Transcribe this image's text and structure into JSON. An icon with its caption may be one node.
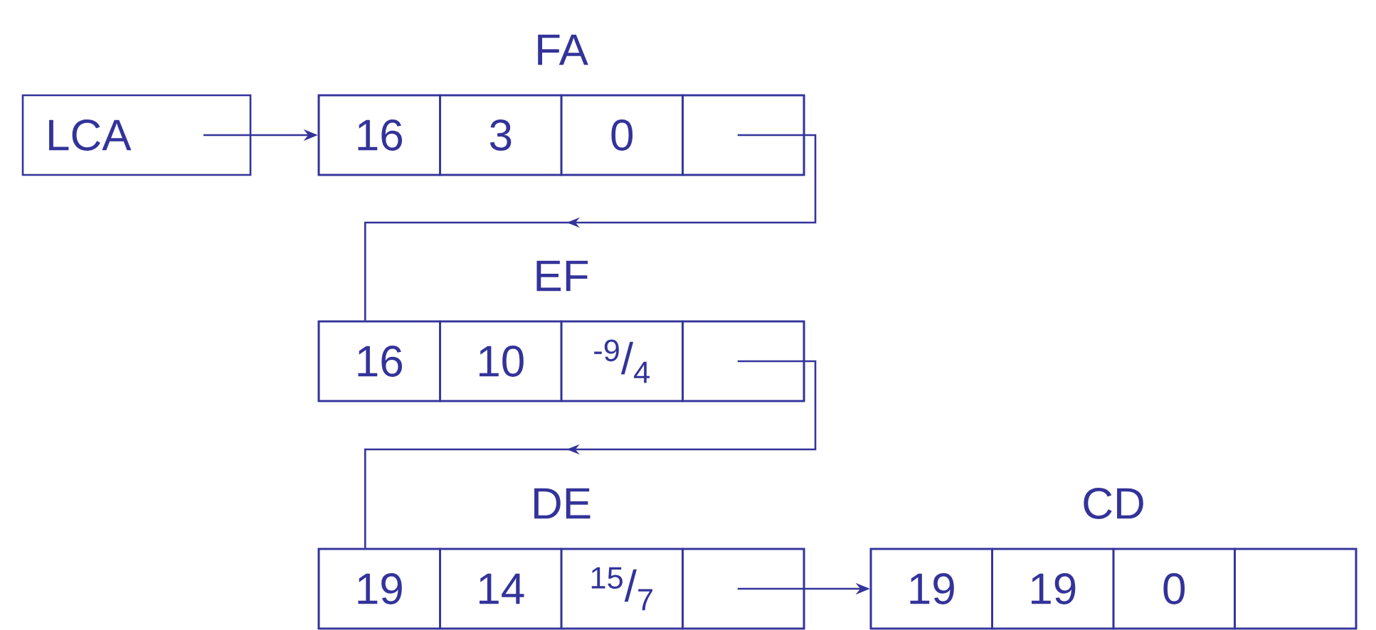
{
  "diagram": {
    "nodes": [
      {
        "text": [
          "LCA"
        ]
      },
      {
        "text": [
          "FA"
        ]
      },
      {
        "text": [
          "16"
        ],
        "in": 1
      },
      {
        "text": [
          "3"
        ],
        "in": 1
      },
      {
        "text": [
          "0"
        ],
        "in": 1
      },
      {
        "text": [],
        "shape": "box",
        "in": 1
      },
      {
        "text": [
          "EF"
        ]
      },
      {
        "text": [
          "16"
        ],
        "in": 6
      },
      {
        "text": [
          "10"
        ],
        "in": 6
      },
      {
        "text": [
          "$^{-9}$/$_{4}$"
        ],
        "in": 6
      },
      {
        "text": [],
        "shape": "box",
        "in": 6
      },
      {
        "text": [
          "DE"
        ]
      },
      {
        "text": [
          "19"
        ],
        "in": 11
      },
      {
        "text": [
          "14"
        ],
        "in": 11
      },
      {
        "text": [
          "$^{15}$/$_{7}$"
        ],
        "in": 11
      },
      {
        "text": [],
        "shape": "box",
        "in": 11
      },
      {
        "text": [
          "CD"
        ]
      },
      {
        "text": [
          "19"
        ],
        "in": 16
      },
      {
        "text": [
          "19"
        ],
        "in": 16
      },
      {
        "text": [
          "0"
        ],
        "in": 16
      },
      {
        "text": [],
        "shape": "box",
        "in": 16
      }
    ],
    "edges": [
      {
        "from": 0,
        "to": 2,
        "arrow": "to"
      },
      {
        "from": 5,
        "to": 7,
        "arrow": "to"
      },
      {
        "from": 10,
        "to": 12,
        "arrow": "to"
      },
      {
        "from": 15,
        "to": 17,
        "arrow": "to"
      }
    ]
  }
}
